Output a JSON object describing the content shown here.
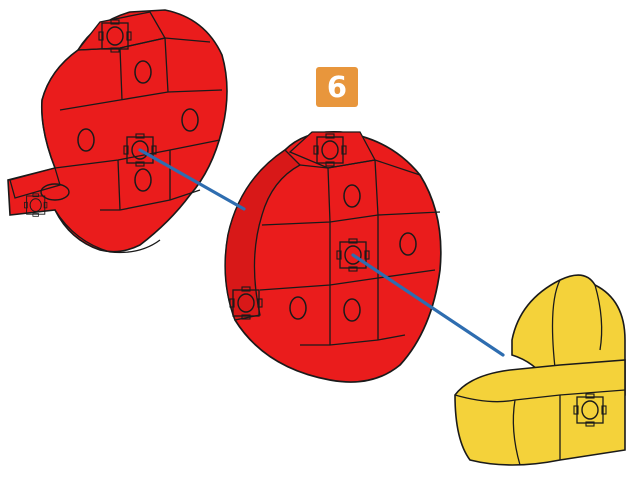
{
  "step": {
    "number": "6"
  },
  "colors": {
    "badge": "#e8963c",
    "red_block": "#ea1c1c",
    "red_dark": "#c91313",
    "yellow_block": "#f4d23a",
    "yellow_dark": "#e0b922",
    "connector_line": "#2e6db0",
    "outline": "#1a1a1a"
  },
  "parts": [
    {
      "name": "left-red-disc",
      "color": "red"
    },
    {
      "name": "center-red-disc",
      "color": "red"
    },
    {
      "name": "yellow-arch-piece",
      "color": "yellow"
    }
  ]
}
